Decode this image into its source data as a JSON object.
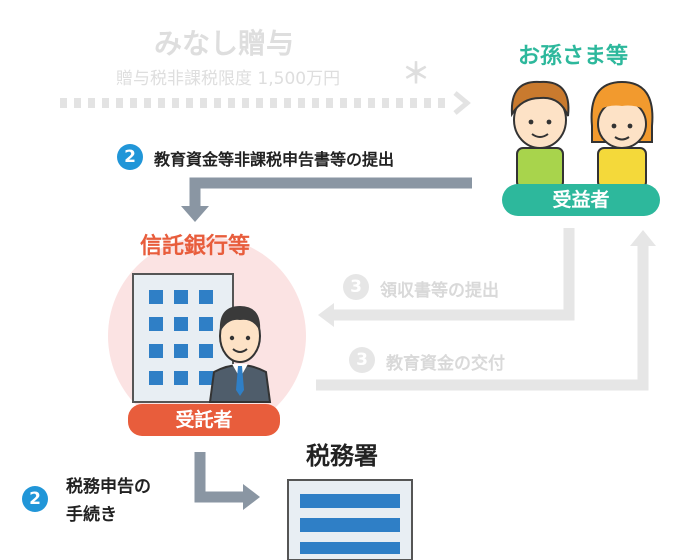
{
  "gift": {
    "title": "みなし贈与",
    "subtitle": "贈与税非課税限度 1,500万円",
    "asterisk": "＊"
  },
  "beneficiary": {
    "group_title": "お孫さま等",
    "role_label": "受益者"
  },
  "bank": {
    "title": "信託銀行等",
    "role_label": "受託者"
  },
  "tax_office": {
    "title": "税務署"
  },
  "steps": {
    "submit_declaration": {
      "number": "2",
      "label": "教育資金等非課税申告書等の提出"
    },
    "submit_receipts": {
      "number": "3",
      "label": "領収書等の提出"
    },
    "grant_funds": {
      "number": "3",
      "label": "教育資金の交付"
    },
    "tax_procedure": {
      "number": "2",
      "line1": "税務申告の",
      "line2": "手続き"
    }
  },
  "colors": {
    "teal": "#2db89c",
    "red": "#e85d3c",
    "blue": "#2196d8",
    "arrow_dark": "#8a96a3",
    "arrow_light": "#e6e6e6",
    "skin": "#fde2c6",
    "hair": "#c97a2e",
    "green_shirt": "#a8d44c",
    "orange_hair": "#f29a2e",
    "yellow_shirt": "#f4d93a",
    "building_blue": "#2f7fc6",
    "building_bg": "#e8eef3",
    "pink_circle": "#fbe3e3",
    "suit": "#4f5d6b"
  }
}
